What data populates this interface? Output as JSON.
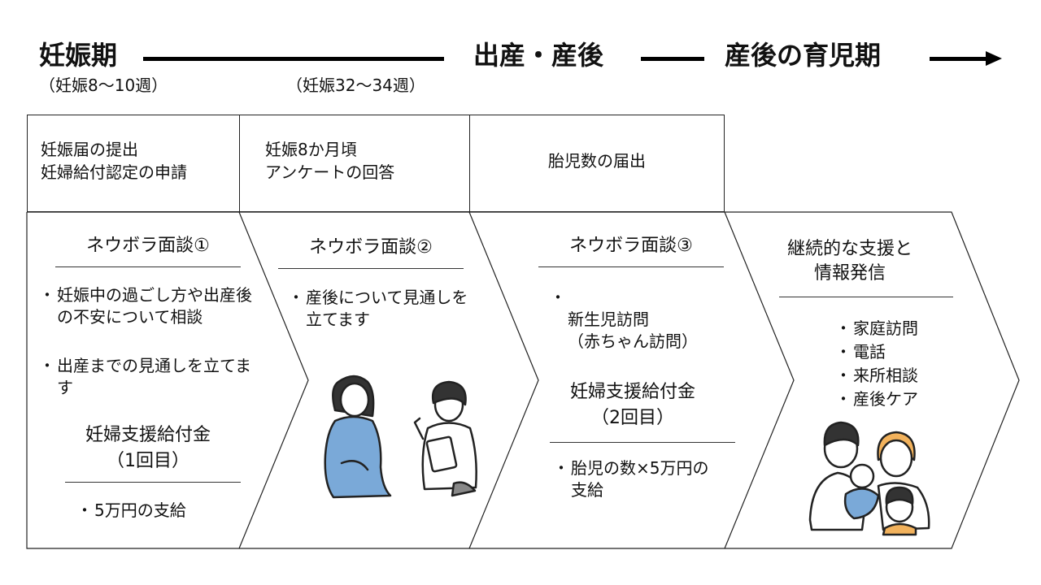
{
  "timeline": {
    "phase1": "妊娠期",
    "phase2": "出産・産後",
    "phase3": "産後の育児期",
    "sub1": "（妊娠8～10週）",
    "sub2": "（妊娠32～34週）"
  },
  "steps": [
    {
      "label": "妊娠届の提出\n妊婦給付認定の申請"
    },
    {
      "label": "妊娠8か月頃\nアンケートの回答"
    },
    {
      "label": "胎児数の届出"
    }
  ],
  "stages": [
    {
      "title": "ネウボラ面談①",
      "bullets": [
        "妊娠中の過ごし方や出産後の不安について相談",
        "出産までの見通しを立てます"
      ],
      "benefit_title": "妊婦支援給付金\n（1回目）",
      "benefit_bullets": [
        "5万円の支給"
      ]
    },
    {
      "title": "ネウボラ面談②",
      "bullets": [
        "産後について見通しを立てます"
      ]
    },
    {
      "title": "ネウボラ面談③",
      "bullets": [
        "新生児訪問\n（赤ちゃん訪問）"
      ],
      "benefit_title": "妊婦支援給付金\n（2回目）",
      "benefit_bullets": [
        "胎児の数×5万円の支給"
      ]
    },
    {
      "title": "継続的な支援と\n情報発信",
      "bullets": [
        "家庭訪問",
        "電話",
        "来所相談",
        "産後ケア"
      ]
    }
  ],
  "bullet_mark": "・",
  "colors": {
    "mother_dress": "#7aa9d8",
    "family_yellow": "#f2b25c",
    "skin": "#ffffff",
    "line": "#222222"
  }
}
